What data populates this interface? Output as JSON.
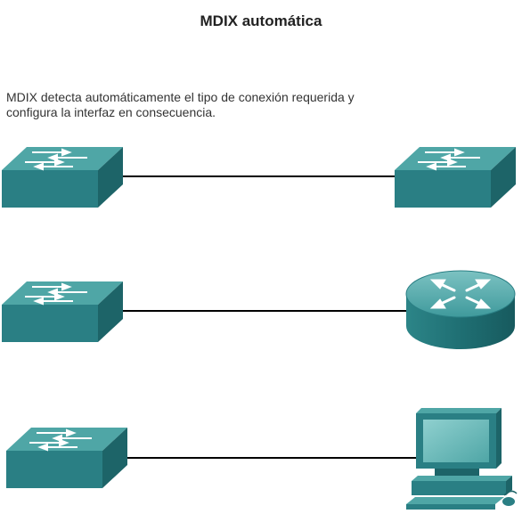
{
  "title": "MDIX automática",
  "description": {
    "line1": "MDIX detecta automáticamente el tipo de conexión requerida y",
    "line2": "configura la interfaz en consecuencia."
  },
  "connections": [
    {
      "left": "switch",
      "right": "switch"
    },
    {
      "left": "switch",
      "right": "router"
    },
    {
      "left": "switch",
      "right": "pc"
    }
  ],
  "colors": {
    "device_top": "#4fa6a6",
    "device_front": "#2a7f84",
    "device_side": "#1d6468",
    "cable": "#000000",
    "arrow": "#ffffff"
  }
}
